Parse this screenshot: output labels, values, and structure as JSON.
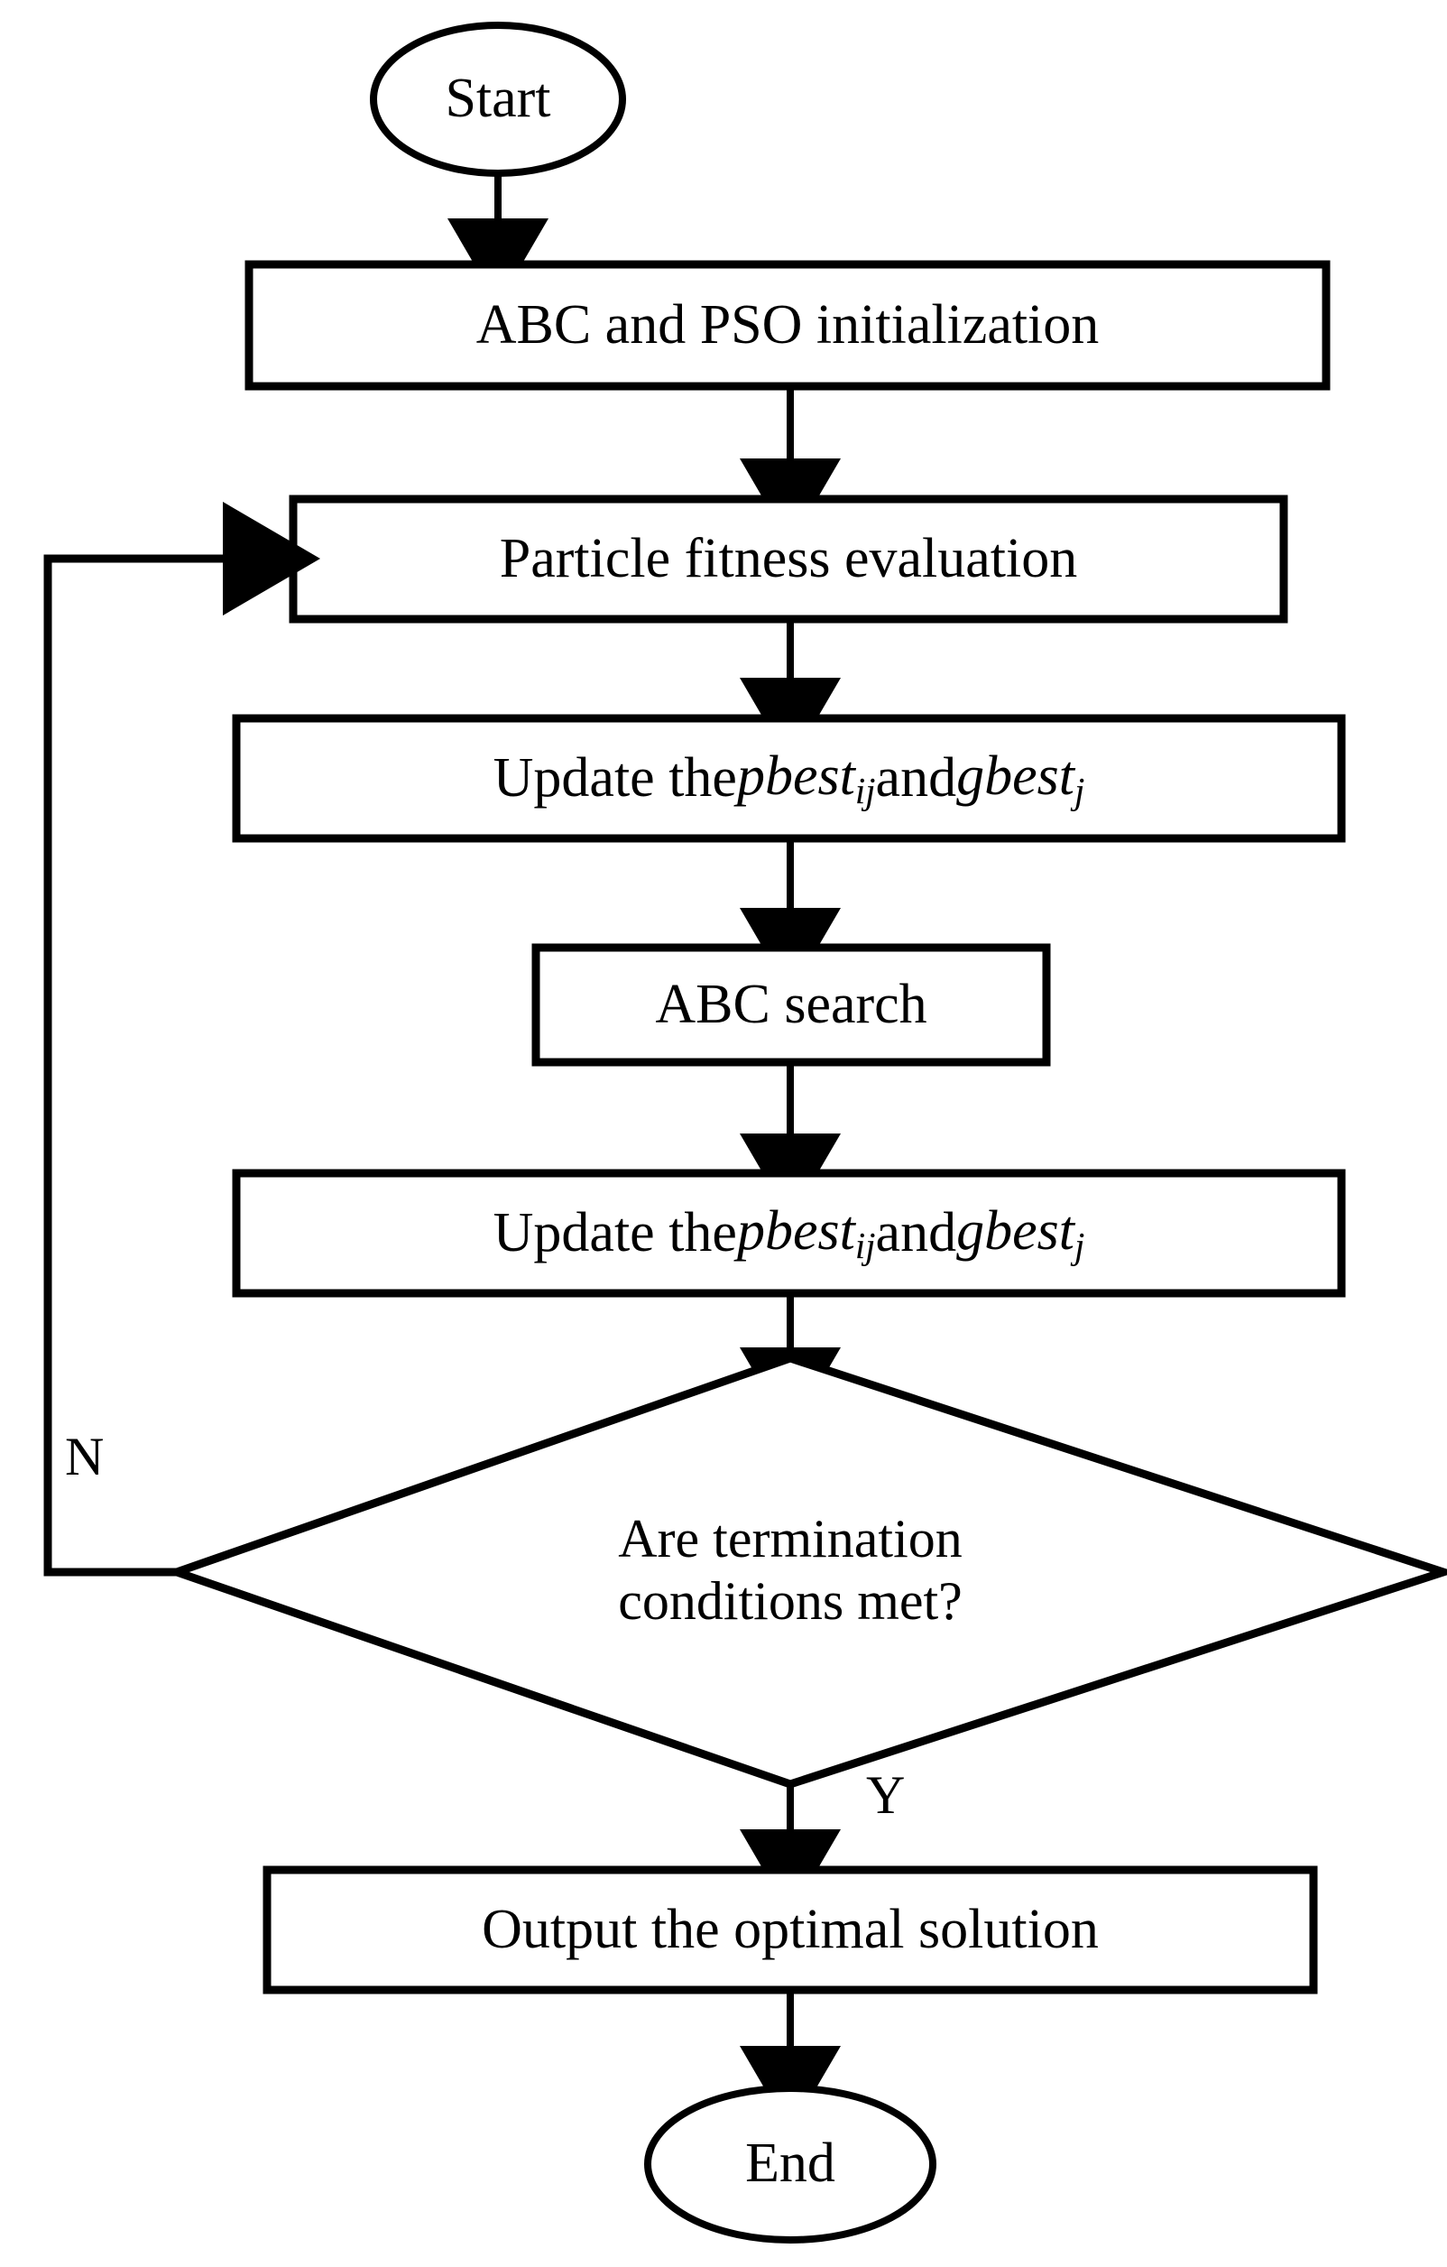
{
  "diagram": {
    "title": "ABC-PSO hybrid optimization flowchart",
    "stroke_color": "#000000",
    "fill_color": "#ffffff",
    "background": "#ffffff"
  },
  "nodes": {
    "start": {
      "label": "Start",
      "shape": "ellipse"
    },
    "init": {
      "label": "ABC and PSO initialization",
      "shape": "process"
    },
    "fitness": {
      "label": "Particle fitness evaluation",
      "shape": "process"
    },
    "update1": {
      "shape": "process",
      "prefix": "Update the ",
      "term1": "pbest",
      "term1_sub": "ij",
      "middle": " and ",
      "term2": "gbest",
      "term2_sub": "j"
    },
    "abc_search": {
      "label": "ABC search",
      "shape": "process"
    },
    "update2": {
      "shape": "process",
      "prefix": "Update the ",
      "term1": "pbest",
      "term1_sub": "ij",
      "middle": " and ",
      "term2": "gbest",
      "term2_sub": "j"
    },
    "decision": {
      "shape": "diamond",
      "line1": "Are termination",
      "line2": "conditions met?"
    },
    "output": {
      "label": "Output the optimal solution",
      "shape": "process"
    },
    "end": {
      "label": "End",
      "shape": "ellipse"
    }
  },
  "edge_labels": {
    "no": "N",
    "yes": "Y"
  }
}
